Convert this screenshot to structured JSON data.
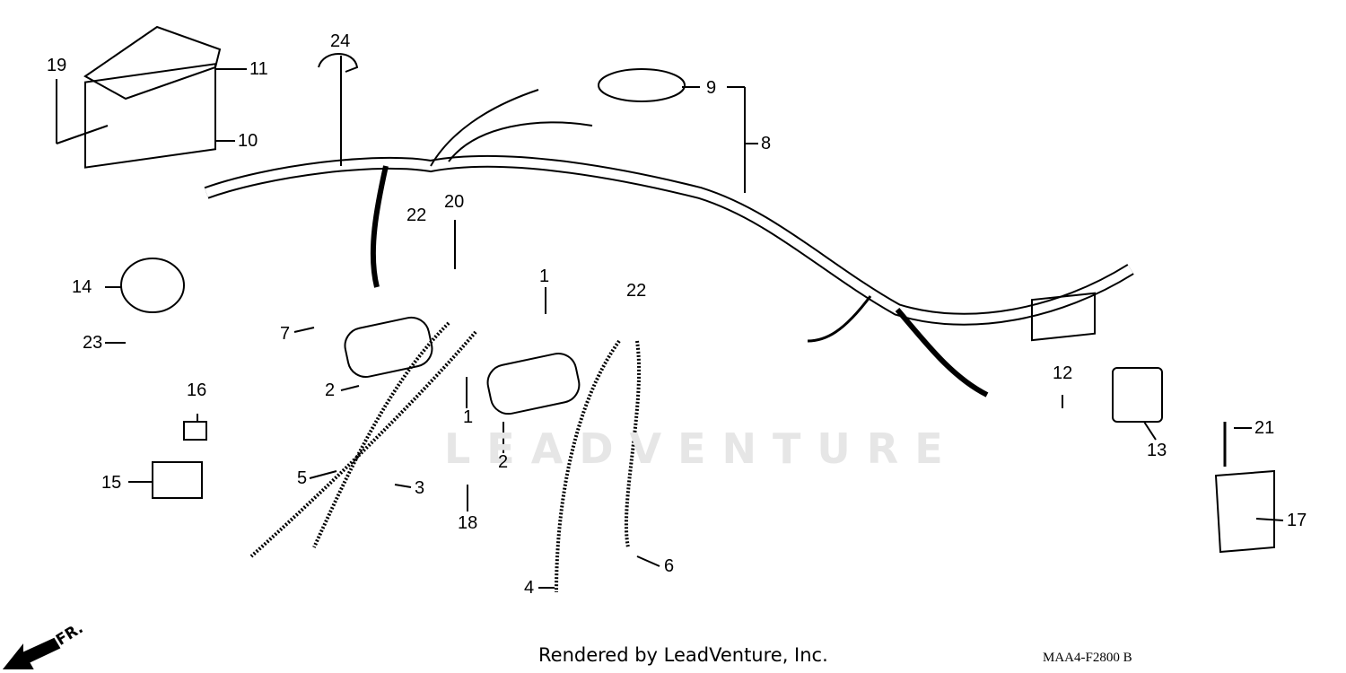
{
  "diagram": {
    "watermark_text": "LEADVENTURE",
    "credit_text": "Rendered by LeadVenture, Inc.",
    "diagram_code": "MAA4-F2800 B",
    "front_indicator": "FR.",
    "callouts": [
      {
        "id": "c19",
        "text": "19"
      },
      {
        "id": "c11",
        "text": "11"
      },
      {
        "id": "c10",
        "text": "10"
      },
      {
        "id": "c24",
        "text": "24"
      },
      {
        "id": "c9",
        "text": "9"
      },
      {
        "id": "c8",
        "text": "8"
      },
      {
        "id": "c22a",
        "text": "22"
      },
      {
        "id": "c20",
        "text": "20"
      },
      {
        "id": "c22b",
        "text": "22"
      },
      {
        "id": "c1a",
        "text": "1"
      },
      {
        "id": "c14",
        "text": "14"
      },
      {
        "id": "c7",
        "text": "7"
      },
      {
        "id": "c23",
        "text": "23"
      },
      {
        "id": "c2a",
        "text": "2"
      },
      {
        "id": "c1b",
        "text": "1"
      },
      {
        "id": "c2b",
        "text": "2"
      },
      {
        "id": "c16",
        "text": "16"
      },
      {
        "id": "c15",
        "text": "15"
      },
      {
        "id": "c5",
        "text": "5"
      },
      {
        "id": "c3",
        "text": "3"
      },
      {
        "id": "c18",
        "text": "18"
      },
      {
        "id": "c4",
        "text": "4"
      },
      {
        "id": "c6",
        "text": "6"
      },
      {
        "id": "c12",
        "text": "12"
      },
      {
        "id": "c13",
        "text": "13"
      },
      {
        "id": "c21",
        "text": "21"
      },
      {
        "id": "c17",
        "text": "17"
      }
    ]
  }
}
